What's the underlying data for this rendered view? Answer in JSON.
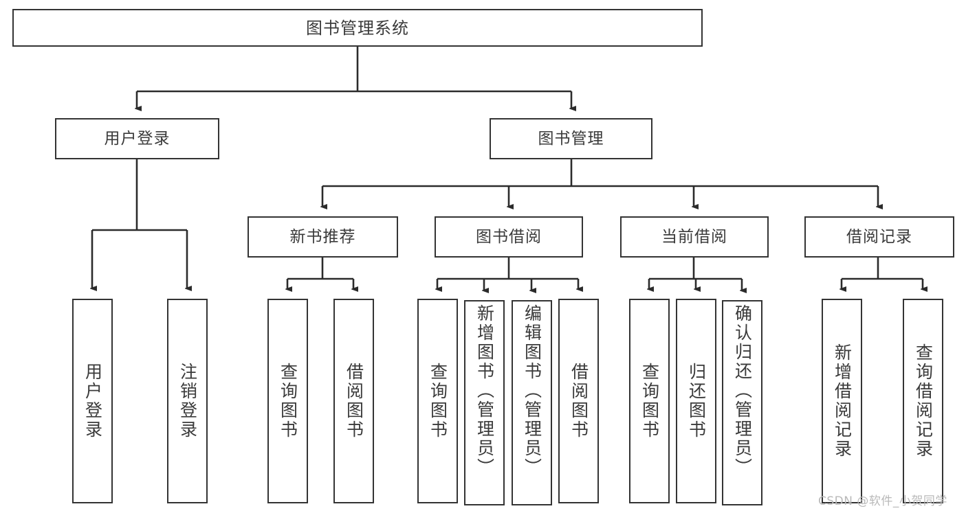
{
  "diagram": {
    "title": "图书管理系统",
    "type": "functional-structure-tree",
    "watermark": "CSDN @软件_小贺同学",
    "colors": {
      "background": "#ffffff",
      "box_border": "#333333",
      "text": "#3a3a3a",
      "connector": "#2b2b2b",
      "watermark": "#b9b9b9"
    },
    "levels": {
      "root": {
        "label": "图书管理系统"
      },
      "level2": [
        {
          "label": "用户登录"
        },
        {
          "label": "图书管理"
        }
      ],
      "level3": [
        {
          "label": "新书推荐"
        },
        {
          "label": "图书借阅"
        },
        {
          "label": "当前借阅"
        },
        {
          "label": "借阅记录"
        }
      ],
      "leaves": {
        "user_login": [
          {
            "label": "用户登录"
          },
          {
            "label": "注销登录"
          }
        ],
        "new_book_recommend": [
          {
            "label": "查询图书"
          },
          {
            "label": "借阅图书"
          }
        ],
        "book_borrow": [
          {
            "label": "查询图书"
          },
          {
            "label": "新增图书（管理员）"
          },
          {
            "label": "编辑图书（管理员）"
          },
          {
            "label": "借阅图书"
          }
        ],
        "current_borrow": [
          {
            "label": "查询图书"
          },
          {
            "label": "归还图书"
          },
          {
            "label": "确认归还（管理员）"
          }
        ],
        "borrow_record": [
          {
            "label": "新增借阅记录"
          },
          {
            "label": "查询借阅记录"
          }
        ]
      }
    }
  },
  "chart_data": {
    "type": "table",
    "title": "图书管理系统 功能结构图",
    "nodes": [
      "图书管理系统",
      "用户登录",
      "图书管理",
      "新书推荐",
      "图书借阅",
      "当前借阅",
      "借阅记录",
      "用户登录",
      "注销登录",
      "查询图书",
      "借阅图书",
      "查询图书",
      "新增图书（管理员）",
      "编辑图书（管理员）",
      "借阅图书",
      "查询图书",
      "归还图书",
      "确认归还（管理员）",
      "新增借阅记录",
      "查询借阅记录"
    ],
    "edges": [
      [
        "图书管理系统",
        "用户登录"
      ],
      [
        "图书管理系统",
        "图书管理"
      ],
      [
        "用户登录",
        "用户登录"
      ],
      [
        "用户登录",
        "注销登录"
      ],
      [
        "图书管理",
        "新书推荐"
      ],
      [
        "图书管理",
        "图书借阅"
      ],
      [
        "图书管理",
        "当前借阅"
      ],
      [
        "图书管理",
        "借阅记录"
      ],
      [
        "新书推荐",
        "查询图书"
      ],
      [
        "新书推荐",
        "借阅图书"
      ],
      [
        "图书借阅",
        "查询图书"
      ],
      [
        "图书借阅",
        "新增图书（管理员）"
      ],
      [
        "图书借阅",
        "编辑图书（管理员）"
      ],
      [
        "图书借阅",
        "借阅图书"
      ],
      [
        "当前借阅",
        "查询图书"
      ],
      [
        "当前借阅",
        "归还图书"
      ],
      [
        "当前借阅",
        "确认归还（管理员）"
      ],
      [
        "借阅记录",
        "新增借阅记录"
      ],
      [
        "借阅记录",
        "查询借阅记录"
      ]
    ]
  }
}
